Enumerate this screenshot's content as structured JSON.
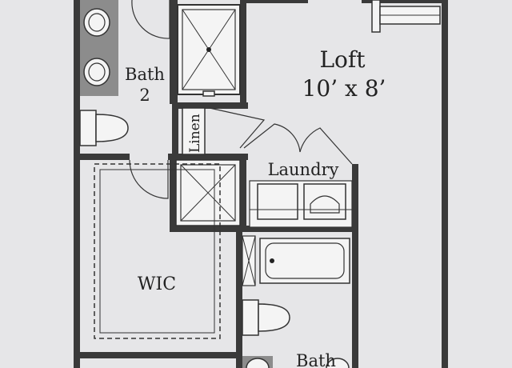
{
  "floor_plan": {
    "rooms": {
      "loft": {
        "name": "Loft",
        "dimensions": "10’ x 8’"
      },
      "bath_2": {
        "name": "Bath",
        "number": "2"
      },
      "linen": {
        "name": "Linen"
      },
      "laundry": {
        "name": "Laundry"
      },
      "wic": {
        "name": "WIC"
      },
      "bath_lower": {
        "name": "Bath"
      }
    },
    "colors": {
      "wall": "#3a3a3a",
      "floor": "#e6e6e8",
      "fixture": "#f4f4f4",
      "countertop": "#8c8c8c"
    }
  }
}
